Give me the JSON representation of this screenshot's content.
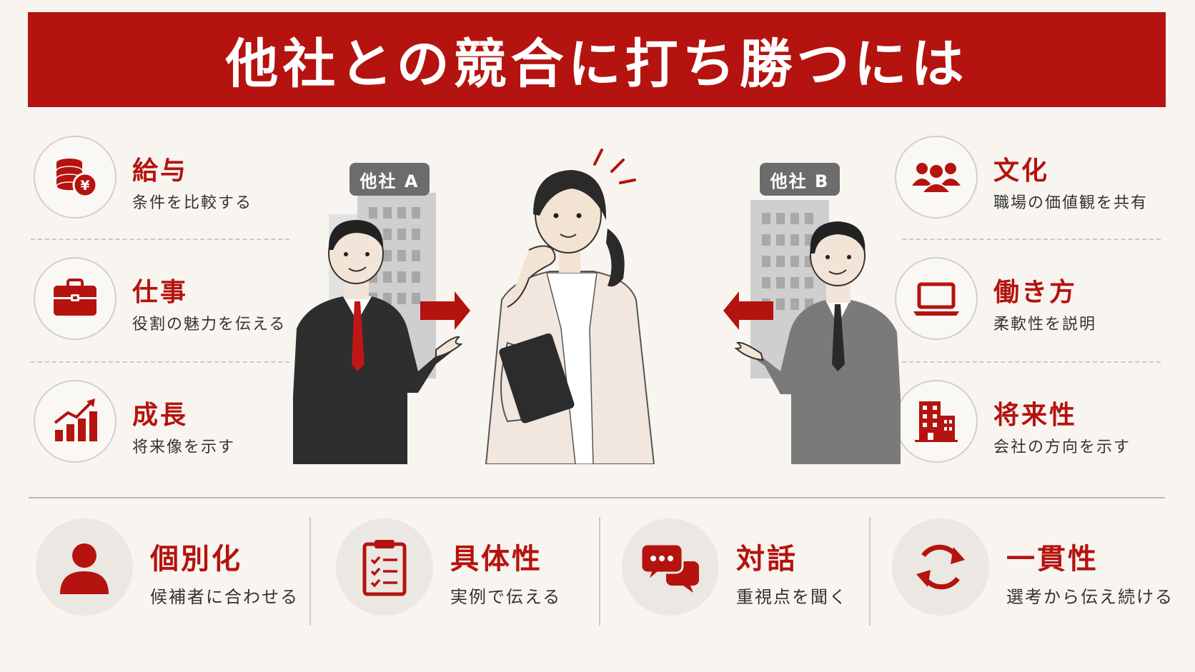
{
  "title": "他社との競合に打ち勝つには",
  "left_items": [
    {
      "title": "給与",
      "desc": "条件を比較する",
      "icon": "yen-coins-icon"
    },
    {
      "title": "仕事",
      "desc": "役割の魅力を伝える",
      "icon": "briefcase-icon"
    },
    {
      "title": "成長",
      "desc": "将来像を示す",
      "icon": "growth-chart-icon"
    }
  ],
  "right_items": [
    {
      "title": "文化",
      "desc": "職場の価値観を共有",
      "icon": "group-icon"
    },
    {
      "title": "働き方",
      "desc": "柔軟性を説明",
      "icon": "laptop-icon"
    },
    {
      "title": "将来性",
      "desc": "会社の方向を示す",
      "icon": "building-icon"
    }
  ],
  "companies": {
    "a": "他社 A",
    "b": "他社 B"
  },
  "bottom_items": [
    {
      "title": "個別化",
      "desc": "候補者に合わせる",
      "icon": "person-icon"
    },
    {
      "title": "具体性",
      "desc": "実例で伝える",
      "icon": "clipboard-checklist-icon"
    },
    {
      "title": "対話",
      "desc": "重視点を聞く",
      "icon": "chat-bubbles-icon"
    },
    {
      "title": "一貫性",
      "desc": "選考から伝え続ける",
      "icon": "refresh-cycle-icon"
    }
  ],
  "colors": {
    "accent": "#b4130f",
    "background": "#f8f5f0",
    "label_pill": "#6c6c6c"
  }
}
